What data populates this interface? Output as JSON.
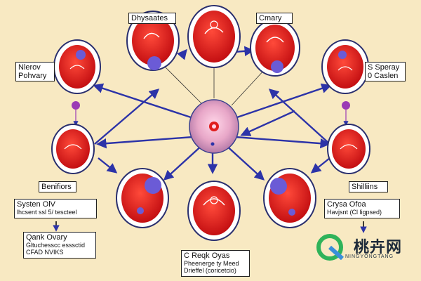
{
  "colors": {
    "background": "#f8e9c2",
    "cell_fill": "#e01e1e",
    "cell_ring": "#ffffff",
    "cell_border": "#2a2f6e",
    "arrow": "#2c33a8",
    "center_fill": "#e8a7c8",
    "watermark_green": "#2fb35a",
    "watermark_blue": "#3a8fd9"
  },
  "labels": {
    "top_left": "Dhysaates",
    "top_right": "Cmary",
    "left_upper_line1": "Nlerov",
    "left_upper_line2": "Pohvary",
    "right_upper_line1": "S Speray",
    "right_upper_line2": "0 Caslen",
    "left_mid": "Benifiors",
    "left_list_title": "Systen OlV",
    "left_list_sub": "lhcsent ssl 5/ tescteel",
    "left_bottom_title": "Qank Ovary",
    "left_bottom_line1": "Gltuchesscc esssctid",
    "left_bottom_line2": "CFAD NVIKS",
    "right_mid": "Shilliins",
    "right_list_title": "Crysa Ofoa",
    "right_list_sub": "Havjsnt (Cl ligpsed)",
    "bottom_title": "C Reqk Oyas",
    "bottom_line1": "Pheenerge ty Meed",
    "bottom_line2": "Drieffel (coricetcio)"
  },
  "watermark": {
    "main": "桃卉网",
    "sub": "NINGYONGTANG"
  }
}
